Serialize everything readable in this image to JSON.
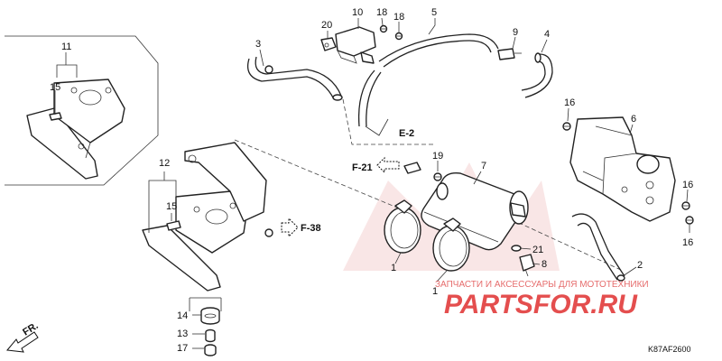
{
  "callouts": {
    "p1a": "1",
    "p1b": "1",
    "p2": "2",
    "p3": "3",
    "p4": "4",
    "p5": "5",
    "p6": "6",
    "p7": "7",
    "p8": "8",
    "p9": "9",
    "p10": "10",
    "p11": "11",
    "p12": "12",
    "p13": "13",
    "p14": "14",
    "p15a": "15",
    "p15b": "15",
    "p16a": "16",
    "p16b": "16",
    "p16c": "16",
    "p17": "17",
    "p18a": "18",
    "p18b": "18",
    "p19": "19",
    "p20": "20",
    "p21": "21"
  },
  "references": {
    "e2": "E-2",
    "f21": "F-21",
    "f38": "F-38",
    "fr": "FR."
  },
  "diagram_code": "K87AF2600",
  "watermark": {
    "caption": "ЗАПЧАСТИ И АКСЕССУАРЫ ДЛЯ МОТОТЕХНИКИ",
    "brand": "PARTSFOR.RU",
    "color": "#e03030"
  }
}
